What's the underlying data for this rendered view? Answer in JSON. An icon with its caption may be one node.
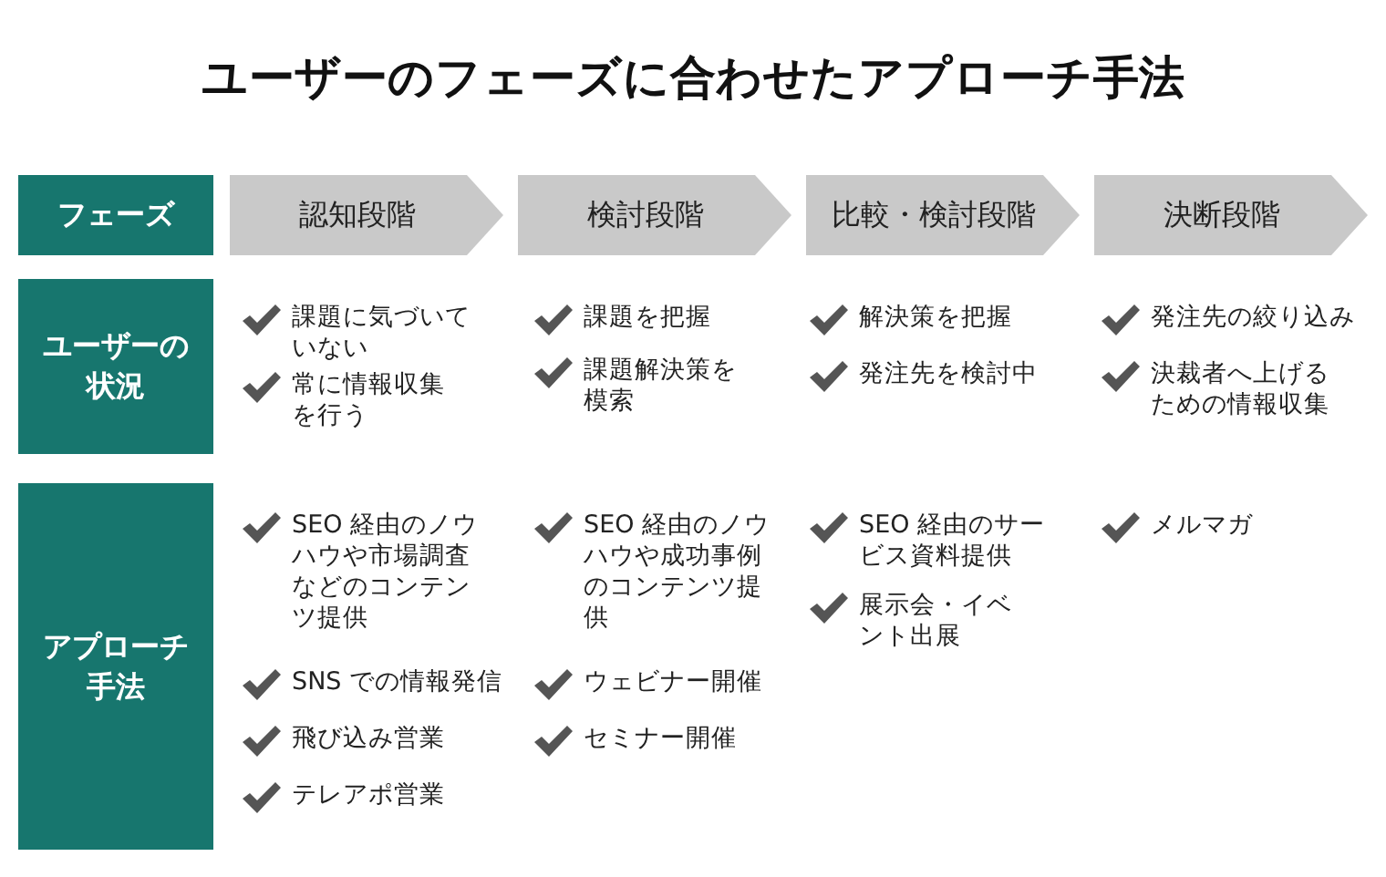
{
  "diagram": {
    "title": "ユーザーのフェーズに合わせたアプローチ手法",
    "nodes": [
      {
        "text": [
          "フェーズ"
        ]
      },
      {
        "text": [
          "認知段階"
        ]
      },
      {
        "text": [
          "検討段階"
        ]
      },
      {
        "text": [
          "比較・検討段階"
        ]
      },
      {
        "text": [
          "決断段階"
        ]
      },
      {
        "text": [
          "ユーザーの状況"
        ]
      },
      {
        "text": [
          "アプローチ手法"
        ]
      }
    ],
    "labels": [
      "課題に気づいていない",
      "常に情報収集を行う",
      "課題を把握",
      "課題解決策を模索",
      "解決策を把握",
      "発注先を検討中",
      "発注先の絞り込み",
      "決裁者へ上げるための情報収集",
      "SEO 経由のノウハウや市場調査などのコンテンツ提供",
      "SNS での情報発信",
      "飛び込み営業",
      "テレアポ営業",
      "SEO 経由のノウハウや成功事例のコンテンツ提供",
      "ウェビナー開催",
      "セミナー開催",
      "SEO 経由のサービス資料提供",
      "展示会・イベント出展",
      "メルマガ"
    ]
  }
}
